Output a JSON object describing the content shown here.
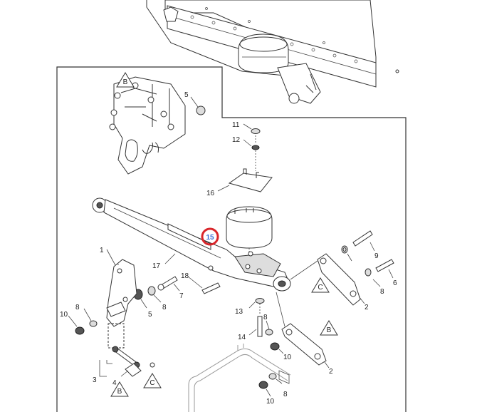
{
  "diagram": {
    "highlighted_callout": "15",
    "callouts": [
      {
        "id": "c5a",
        "text": "5"
      },
      {
        "id": "c11",
        "text": "11"
      },
      {
        "id": "c12",
        "text": "12"
      },
      {
        "id": "c16",
        "text": "16"
      },
      {
        "id": "c15",
        "text": "15"
      },
      {
        "id": "c1",
        "text": "1"
      },
      {
        "id": "c17",
        "text": "17"
      },
      {
        "id": "c18",
        "text": "18"
      },
      {
        "id": "c7",
        "text": "7"
      },
      {
        "id": "c8a",
        "text": "8"
      },
      {
        "id": "c5b",
        "text": "5"
      },
      {
        "id": "c10a",
        "text": "10"
      },
      {
        "id": "c8b",
        "text": "8"
      },
      {
        "id": "c9",
        "text": "9"
      },
      {
        "id": "c6",
        "text": "6"
      },
      {
        "id": "c8c",
        "text": "8"
      },
      {
        "id": "c2a",
        "text": "2"
      },
      {
        "id": "c13",
        "text": "13"
      },
      {
        "id": "c8d",
        "text": "8"
      },
      {
        "id": "c14",
        "text": "14"
      },
      {
        "id": "c10b",
        "text": "10"
      },
      {
        "id": "c2b",
        "text": "2"
      },
      {
        "id": "c8e",
        "text": "8"
      },
      {
        "id": "c10c",
        "text": "10"
      },
      {
        "id": "c3",
        "text": "3"
      },
      {
        "id": "c4",
        "text": "4"
      }
    ],
    "section_markers": [
      {
        "id": "mBtop",
        "text": "B"
      },
      {
        "id": "mCtop",
        "text": "C"
      },
      {
        "id": "mBbot",
        "text": "B"
      },
      {
        "id": "mCbot",
        "text": "C"
      },
      {
        "id": "mBright",
        "text": "B"
      },
      {
        "id": "mCright",
        "text": "C"
      }
    ],
    "colors": {
      "highlight_ring": "#d9262b",
      "highlight_text": "#3a6fd6",
      "line": "#333333"
    }
  }
}
